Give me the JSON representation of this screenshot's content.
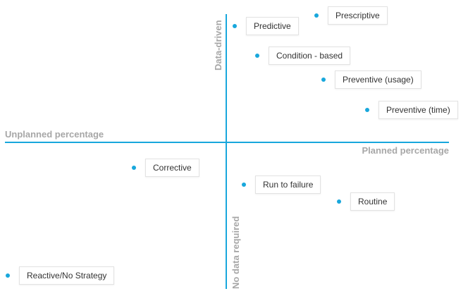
{
  "axes": {
    "left_label": "Unplanned percentage",
    "right_label": "Planned percentage",
    "top_label": "Data-driven",
    "bottom_label": "No data required",
    "line_color": "#18a7dc",
    "label_color": "#a7a7a7"
  },
  "points": [
    {
      "label": "Prescriptive"
    },
    {
      "label": "Predictive"
    },
    {
      "label": "Condition - based"
    },
    {
      "label": "Preventive (usage)"
    },
    {
      "label": "Preventive (time)"
    },
    {
      "label": "Corrective"
    },
    {
      "label": "Run to failure"
    },
    {
      "label": "Routine"
    },
    {
      "label": "Reactive/No Strategy"
    }
  ],
  "dot_color": "#18a7dc"
}
